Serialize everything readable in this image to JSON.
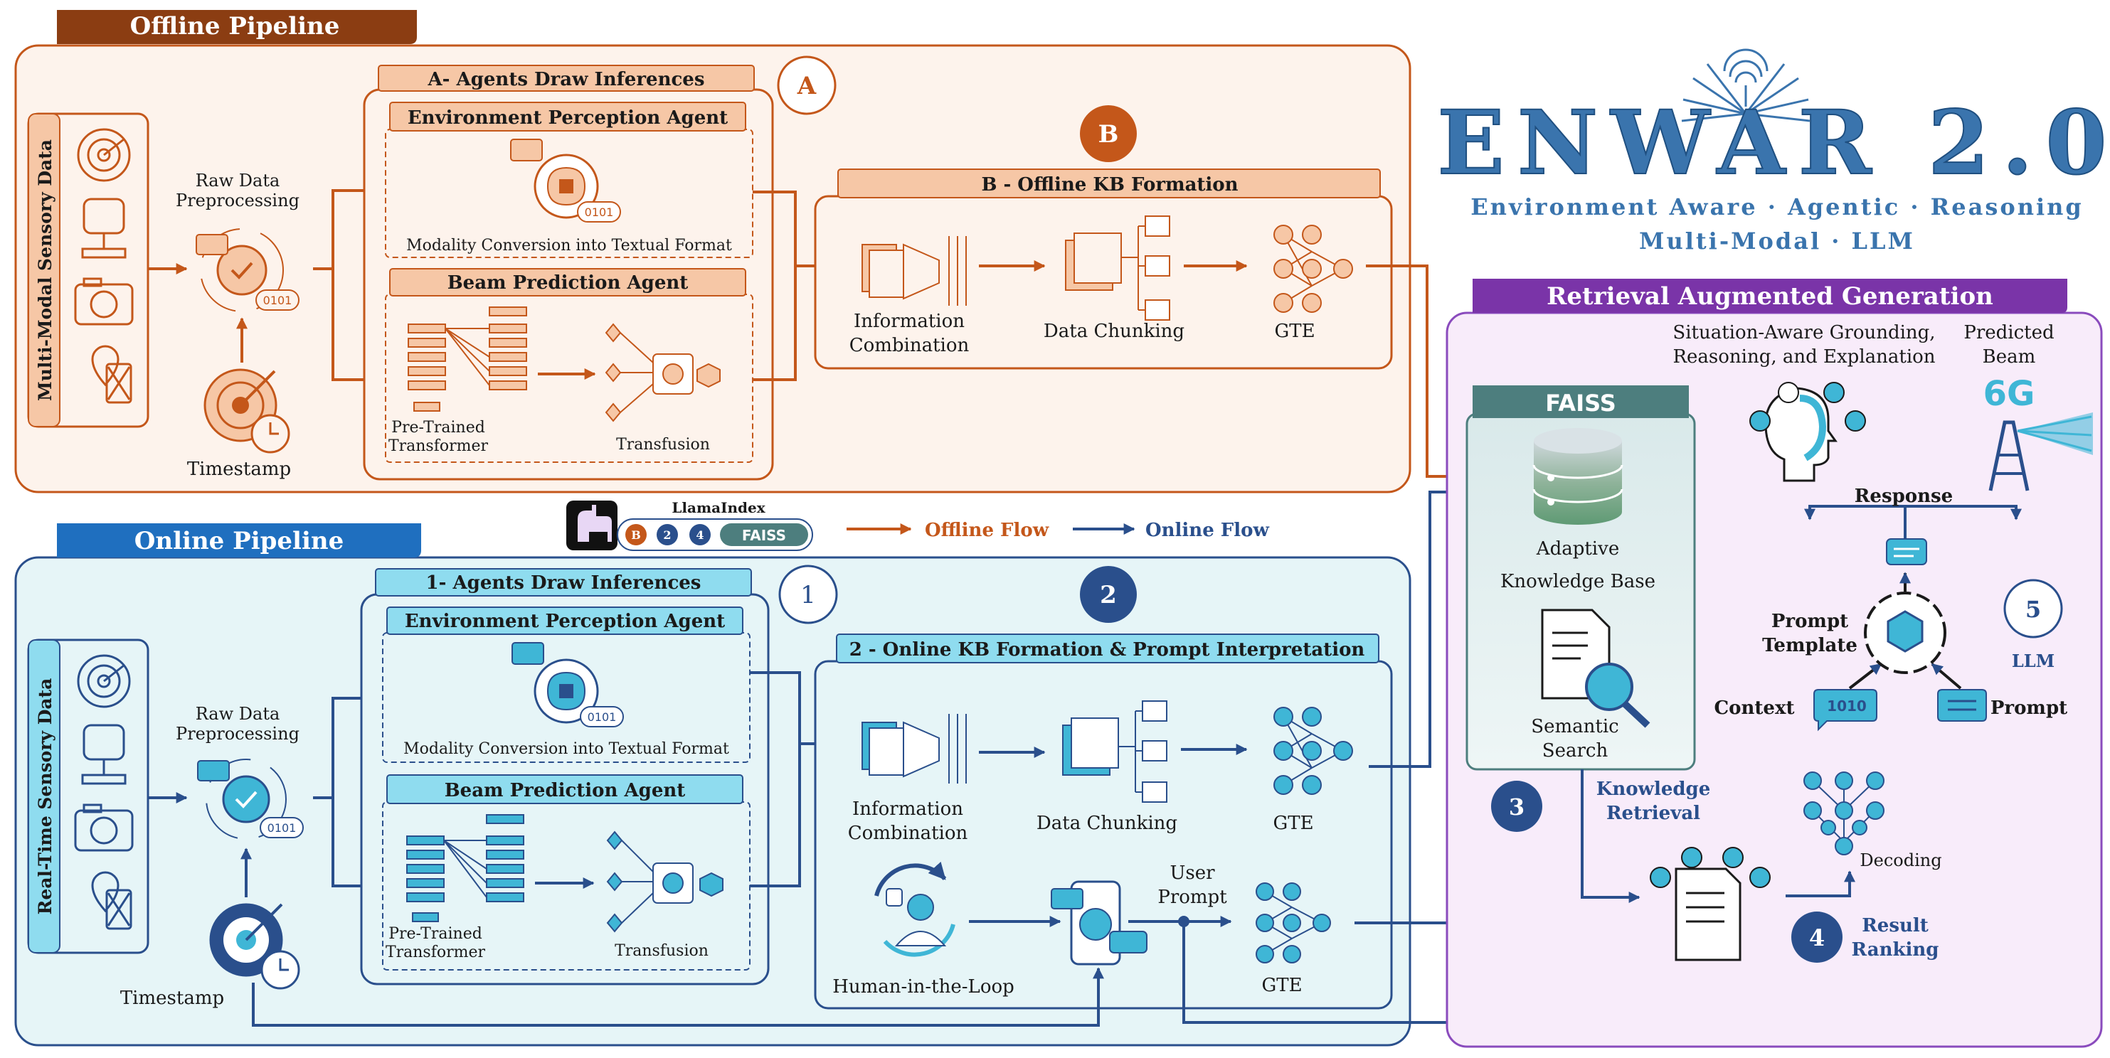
{
  "offline": {
    "title": "Offline Pipeline",
    "sensor_label": "Multi-Modal Sensory Data",
    "preprocess": [
      "Raw Data",
      "Preprocessing"
    ],
    "timestamp": "Timestamp",
    "agents_title": "A- Agents Draw Inferences",
    "badge": "A",
    "env_agent": "Environment Perception Agent",
    "env_caption": "Modality Conversion into Textual Format",
    "beam_agent": "Beam Prediction Agent",
    "transformer": [
      "Pre-Trained",
      "Transformer"
    ],
    "transfusion": "Transfusion",
    "kb_badge": "B",
    "kb_title": "B - Offline KB Formation",
    "info": [
      "Information",
      "Combination"
    ],
    "chunking": "Data Chunking",
    "gte": "GTE"
  },
  "online": {
    "title": "Online Pipeline",
    "sensor_label": "Real-Time Sensory Data",
    "preprocess": [
      "Raw Data",
      "Preprocessing"
    ],
    "timestamp": "Timestamp",
    "agents_title": "1- Agents Draw Inferences",
    "badge": "1",
    "env_agent": "Environment Perception Agent",
    "env_caption": "Modality Conversion into Textual Format",
    "beam_agent": "Beam Prediction Agent",
    "transformer": [
      "Pre-Trained",
      "Transformer"
    ],
    "transfusion": "Transfusion",
    "kb_badge": "2",
    "kb_title": "2 - Online KB Formation & Prompt Interpretation",
    "info": [
      "Information",
      "Combination"
    ],
    "chunking": "Data Chunking",
    "gte": "GTE",
    "gte2": "GTE",
    "hitl": "Human-in-the-Loop",
    "user_prompt": [
      "User",
      "Prompt"
    ]
  },
  "legend": {
    "llamaindex": "LlamaIndex",
    "chips": [
      "B",
      "2",
      "4"
    ],
    "faiss": "FAISS",
    "offline_flow": "Offline Flow",
    "online_flow": "Online Flow"
  },
  "logo": {
    "title": "ENWAR 2.0",
    "line1": "Environment Aware · Agentic · Reasoning",
    "line2": "Multi-Modal · LLM"
  },
  "rag": {
    "title": "Retrieval Augmented Generation",
    "faiss": "FAISS",
    "adaptive": [
      "Adaptive",
      "Knowledge Base"
    ],
    "semantic": [
      "Semantic",
      "Search"
    ],
    "step3": "3",
    "knowledge_retrieval": [
      "Knowledge",
      "Retrieval"
    ],
    "step4": "4",
    "result_ranking": [
      "Result",
      "Ranking"
    ],
    "step5": "5",
    "llm": "LLM",
    "situation": [
      "Situation-Aware Grounding,",
      "Reasoning, and Explanation"
    ],
    "predicted": [
      "Predicted",
      "Beam"
    ],
    "sixg": "6G",
    "response": "Response",
    "prompt_template": [
      "Prompt",
      "Template"
    ],
    "context": "Context",
    "prompt": "Prompt",
    "decoding": "Decoding"
  },
  "colors": {
    "offline_accent": "#c4571a",
    "offline_title_bg": "#8b3d12",
    "offline_fill": "#fdf3ec",
    "offline_label_bg": "#f6c7a6",
    "online_accent": "#2a4f8c",
    "online_title_bg": "#1f6fbf",
    "online_fill": "#e6f5f7",
    "online_label_bg": "#8fdcef",
    "rag_title_bg": "#7a34a8",
    "rag_border": "#8a4bbd",
    "rag_fill": "#f8ecfa",
    "faiss_header": "#4d7e7e",
    "logo_blue": "#3a74ad"
  }
}
